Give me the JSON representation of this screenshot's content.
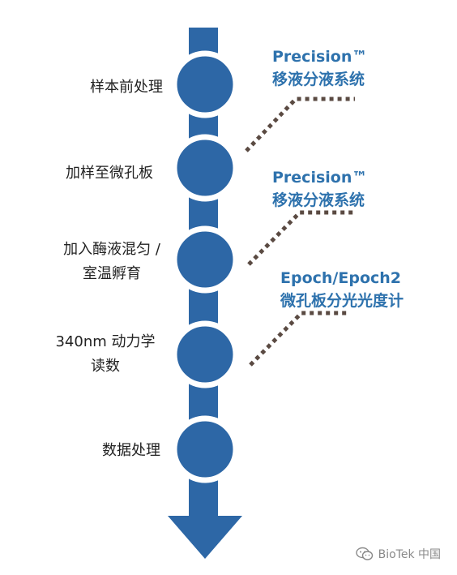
{
  "colors": {
    "arrow": "#2d67a6",
    "node": "#2d67a6",
    "node_ring": "#ffffff",
    "callout_text": "#2e72ad",
    "dotted_line": "#5a4a42"
  },
  "steps": [
    {
      "lines": [
        "样本前处理"
      ]
    },
    {
      "lines": [
        "加样至微孔板"
      ]
    },
    {
      "lines": [
        "加入酶液混匀 /",
        "室温孵育"
      ]
    },
    {
      "lines": [
        "340nm 动力学",
        "读数"
      ]
    },
    {
      "lines": [
        "数据处理"
      ]
    }
  ],
  "callouts": [
    {
      "lines": [
        "Precision™",
        "移液分液系统"
      ]
    },
    {
      "lines": [
        "Precision™",
        "移液分液系统"
      ]
    },
    {
      "lines": [
        "Epoch/Epoch2",
        "微孔板分光光度计"
      ]
    }
  ],
  "watermark": {
    "icon": "wechat-icon",
    "text": "BioTek 中国"
  }
}
